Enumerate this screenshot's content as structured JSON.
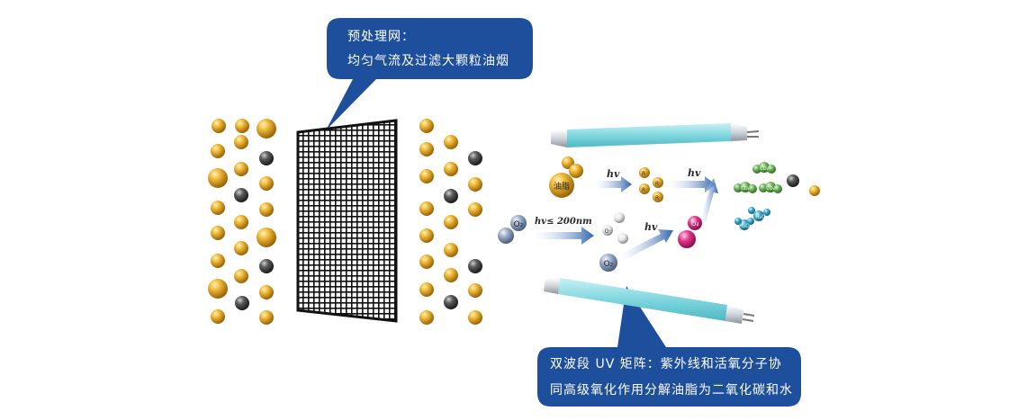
{
  "bubble_top": {
    "line1": "预处理网：",
    "line2": "均匀气流及过滤大颗粒油烟"
  },
  "bubble_bottom": {
    "line1": "双波段 UV 矩阵：紫外线和活氧分子协",
    "line2": "同高级氧化作用分解油脂为二氧化碳和水"
  },
  "labels": {
    "grease": "油脂",
    "hv": "hv",
    "hv_200": "hv≤ 200nm",
    "o2": "O₂",
    "o2_b": "O₂",
    "o_radical": "O·",
    "o3": "O₃",
    "r_radical": "R·",
    "co2": "CO₂",
    "h2o": "H₂O"
  },
  "colors": {
    "bubble": "#1e4f9c",
    "gold": "#e3a11c",
    "gray": "#4a4a4a",
    "uv_tube": "#7fd6de",
    "arrow": "#3c6fb6",
    "ozone": "#e0338a",
    "co2": "#6db35a",
    "h2o": "#3aa7c9"
  }
}
